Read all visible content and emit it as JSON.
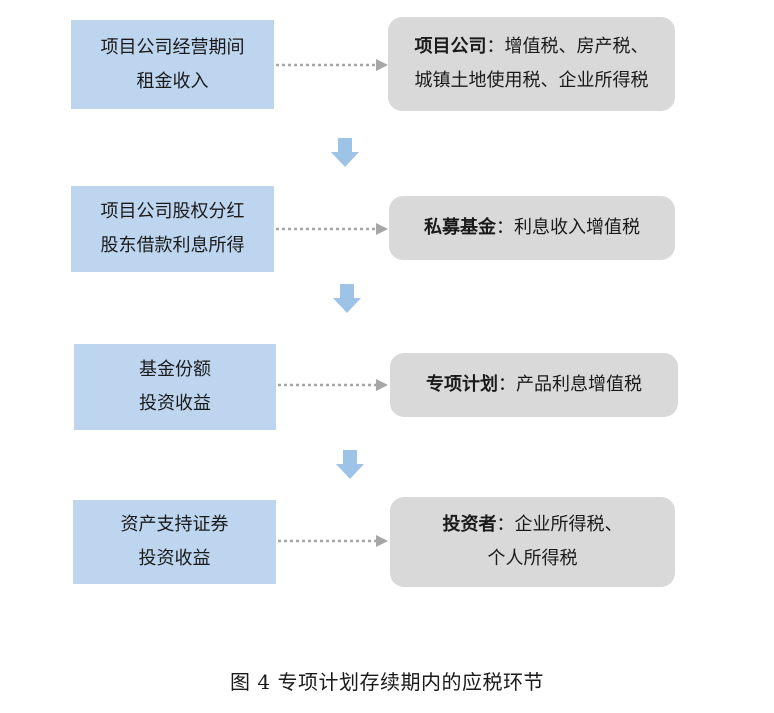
{
  "stages": [
    {
      "left_lines": [
        "项目公司经营期间",
        "租金收入"
      ],
      "right_label": "项目公司",
      "right_sep": "：",
      "right_lines": [
        "增值税、房产税、",
        "城镇土地使用税、企业所得税"
      ]
    },
    {
      "left_lines": [
        "项目公司股权分红",
        "股东借款利息所得"
      ],
      "right_label": "私募基金",
      "right_sep": "：",
      "right_lines": [
        "利息收入增值税"
      ]
    },
    {
      "left_lines": [
        "基金份额",
        "投资收益"
      ],
      "right_label": "专项计划",
      "right_sep": "：",
      "right_lines": [
        "产品利息增值税"
      ]
    },
    {
      "left_lines": [
        "资产支持证券",
        "投资收益"
      ],
      "right_label": "投资者",
      "right_sep": "：",
      "right_lines": [
        "企业所得税、",
        "个人所得税"
      ]
    }
  ],
  "caption": "图 4  专项计划存续期内的应税环节",
  "colors": {
    "left_fill": "#bdd5ee",
    "right_fill": "#d9d9d9",
    "arrow_fill": "#9dc3e6",
    "connector": "#a6a6a6"
  }
}
